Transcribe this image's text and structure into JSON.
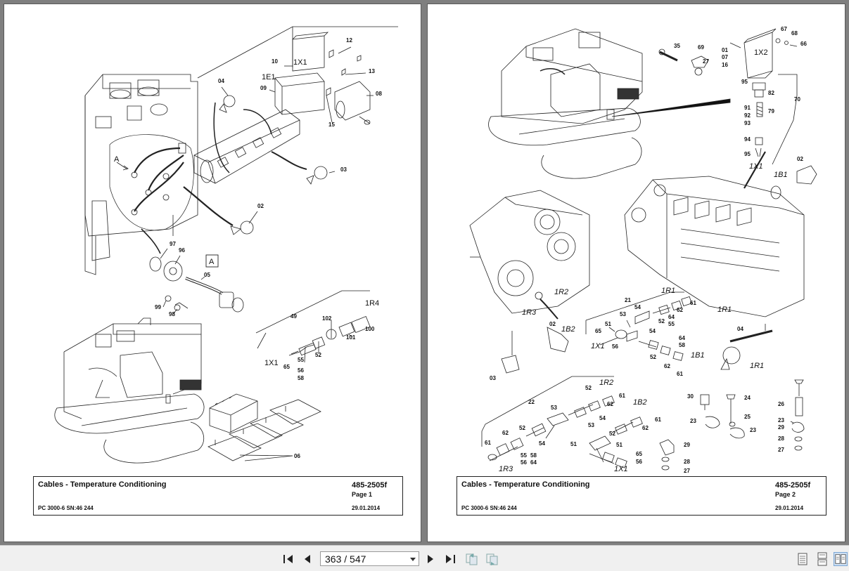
{
  "pages": [
    {
      "title": "Cables - Temperature Conditioning",
      "code": "485-2505f",
      "page_label": "Page 1",
      "model": "PC 3000-6 SN:46 244",
      "date": "29.01.2014",
      "callouts": {
        "c12": "12",
        "c10": "10",
        "c1x1": "1X1",
        "c13": "13",
        "c04": "04",
        "c1e1": "1E1",
        "c09": "09",
        "c08": "08",
        "c15": "15",
        "cA": "A",
        "c03": "03",
        "c02": "02",
        "c97": "97",
        "c96": "96",
        "cAbox": "A",
        "c05": "05",
        "c99": "99",
        "c98": "98",
        "c49": "49",
        "c102": "102",
        "c1r4": "1R4",
        "c100": "100",
        "c101": "101",
        "c1x1b": "1X1",
        "c65": "65",
        "c55": "55",
        "c56": "56",
        "c58": "58",
        "c52": "52",
        "c06": "06"
      }
    },
    {
      "title": "Cables - Temperature Conditioning",
      "code": "485-2505f",
      "page_label": "Page 2",
      "model": "PC 3000-6 SN:46 244",
      "date": "29.01.2014",
      "callouts": {
        "c35": "35",
        "c69": "69",
        "c27": "27",
        "c67": "67",
        "c68": "68",
        "c66": "66",
        "c01": "01",
        "c07": "07",
        "c16": "16",
        "c1x2": "1X2",
        "c95": "95",
        "c82": "82",
        "c70": "70",
        "c91": "91",
        "c92": "92",
        "c93": "93",
        "c79": "79",
        "c94": "94",
        "c95b": "95",
        "c1x1": "1X1",
        "c02": "02",
        "c1b1": "1B1",
        "c1r2": "1R2",
        "c1r3": "1R3",
        "c02b": "02",
        "c1b2": "1B2",
        "c03": "03",
        "c21": "21",
        "c1r1": "1R1",
        "c54": "54",
        "c61": "61",
        "c53": "53",
        "c62": "62",
        "c51": "51",
        "c64": "64",
        "c65": "65",
        "c52": "52",
        "c55": "55",
        "c1x1b": "1X1",
        "c56": "56",
        "c54b": "54",
        "c64b": "64",
        "c58": "58",
        "c1b1b": "1B1",
        "c52b": "52",
        "c62b": "62",
        "c61b": "61",
        "c1r1b": "1R1",
        "c04": "04",
        "c1r1c": "1R1",
        "c22": "22",
        "c52c": "52",
        "c1r2b": "1R2",
        "c61c": "61",
        "c53b": "53",
        "c62c": "62",
        "c1b2b": "1B2",
        "c52d": "52",
        "c54c": "54",
        "c61d": "61",
        "c62d": "62",
        "c53c": "53",
        "c52e": "52",
        "c62e": "62",
        "c61e": "61",
        "c54d": "54",
        "c51b": "51",
        "c51c": "51",
        "c55b": "55",
        "c58b": "58",
        "c56b": "56",
        "c64c": "64",
        "c65b": "65",
        "c56c": "56",
        "c1r3b": "1R3",
        "c1x1c": "1X1",
        "c30": "30",
        "c24": "24",
        "c23": "23",
        "c25": "25",
        "c23b": "23",
        "c29": "29",
        "c28": "28",
        "c27b": "27",
        "c26": "26",
        "c23c": "23",
        "c29b": "29",
        "c28b": "28",
        "c27c": "27"
      }
    }
  ],
  "toolbar": {
    "page_indicator": "363 / 547",
    "icons": [
      "first-page-icon",
      "prev-page-icon",
      "next-page-icon",
      "last-page-icon",
      "go-back-icon",
      "go-forward-icon",
      "single-page-icon",
      "continuous-page-icon",
      "facing-pages-icon"
    ]
  }
}
